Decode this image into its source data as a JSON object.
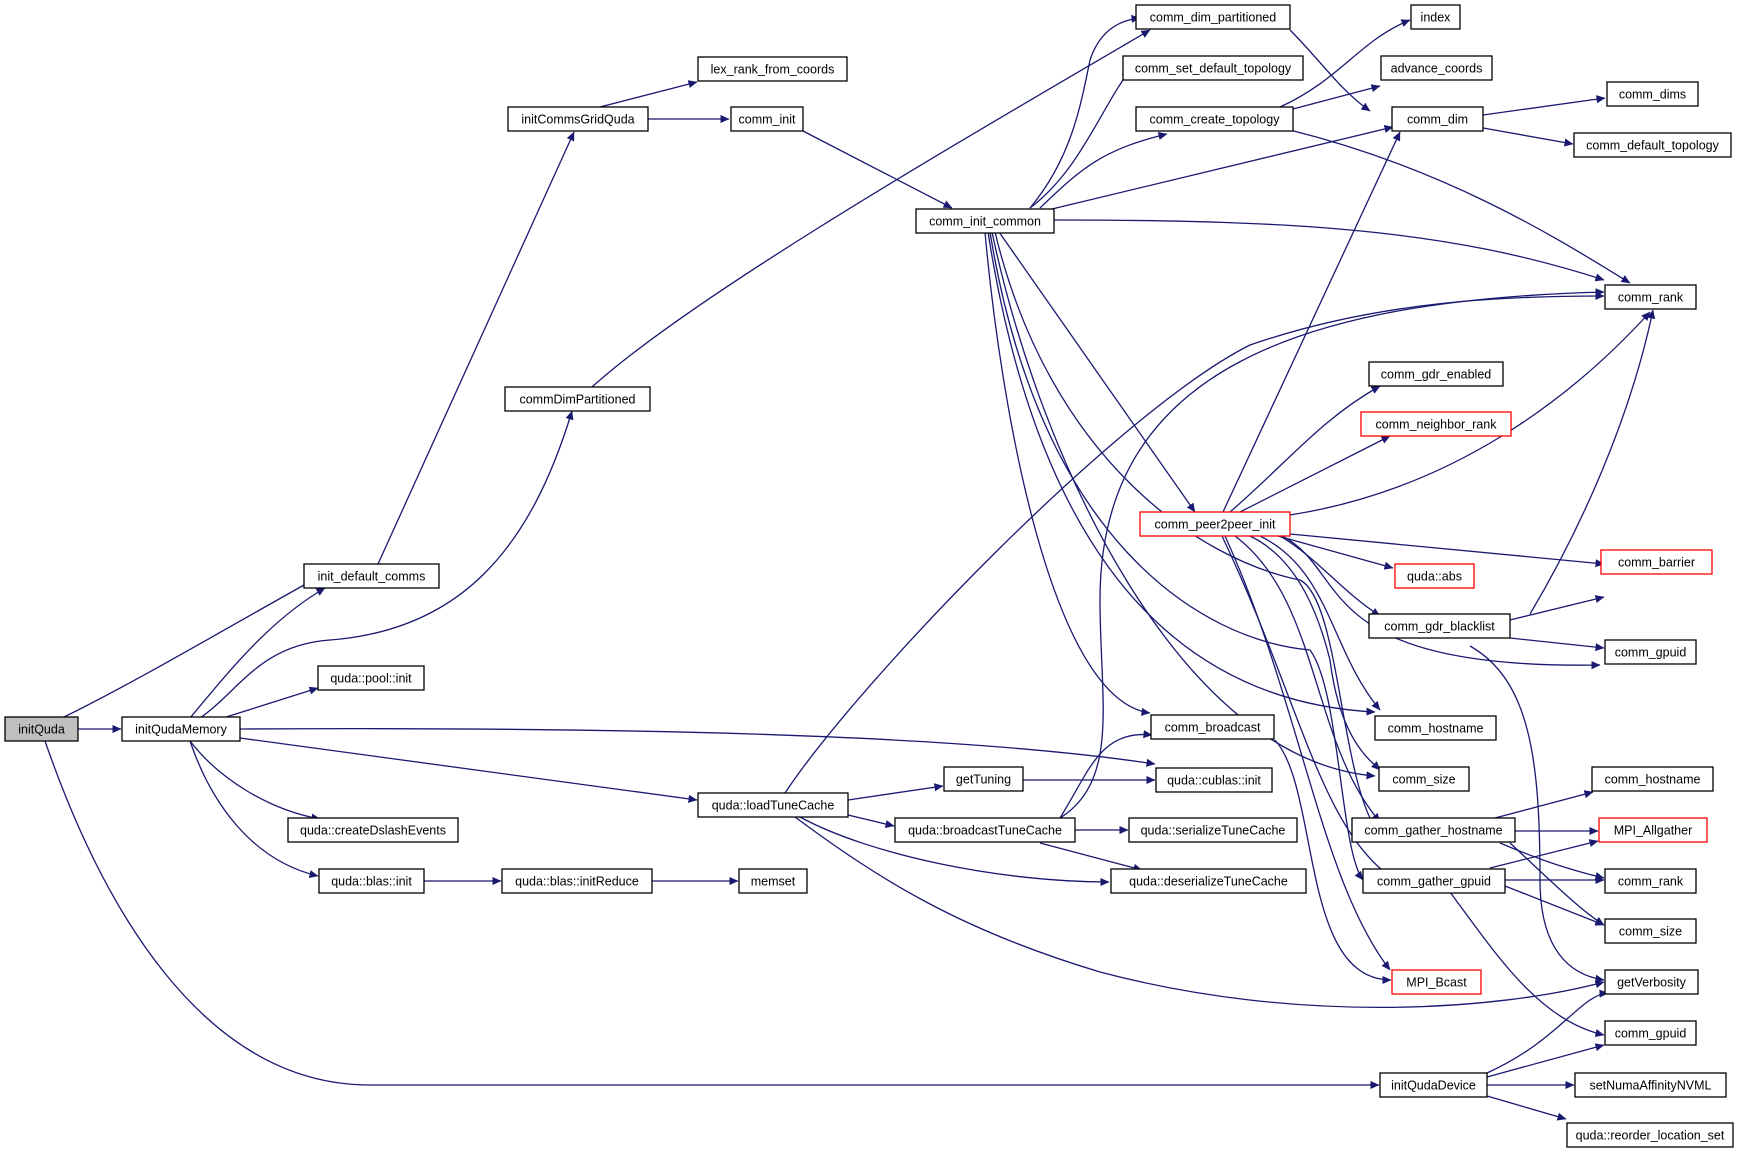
{
  "colors": {
    "edge": "#191970",
    "node_border": "#000000",
    "node_border_incomplete": "#ff0000",
    "focus_fill": "#bfbfbf"
  },
  "nodes": {
    "initQuda": "initQuda",
    "init_default_comms": "init_default_comms",
    "initQudaMemory": "initQudaMemory",
    "initQudaDevice": "initQudaDevice",
    "initCommsGridQuda": "initCommsGridQuda",
    "commDimPartitioned": "commDimPartitioned",
    "pool_init": "quda::pool::init",
    "createDslashEvents": "quda::createDslashEvents",
    "blas_init": "quda::blas::init",
    "loadTuneCache": "quda::loadTuneCache",
    "cublas_init": "quda::cublas::init",
    "lex_rank_from_coords": "lex_rank_from_coords",
    "comm_init": "comm_init",
    "comm_init_common": "comm_init_common",
    "blas_initReduce": "quda::blas::initReduce",
    "memset": "memset",
    "getTuning": "getTuning",
    "broadcastTuneCache": "quda::broadcastTuneCache",
    "serializeTuneCache": "quda::serializeTuneCache",
    "deserializeTuneCache": "quda::deserializeTuneCache",
    "comm_dim_partitioned": "comm_dim_partitioned",
    "comm_set_default_topology": "comm_set_default_topology",
    "comm_create_topology": "comm_create_topology",
    "comm_peer2peer_init": "comm_peer2peer_init",
    "comm_broadcast": "comm_broadcast",
    "index": "index",
    "advance_coords": "advance_coords",
    "comm_dim": "comm_dim",
    "comm_gdr_enabled": "comm_gdr_enabled",
    "comm_neighbor_rank": "comm_neighbor_rank",
    "quda_abs": "quda::abs",
    "comm_gdr_blacklist": "comm_gdr_blacklist",
    "comm_hostname_a": "comm_hostname",
    "comm_size_a": "comm_size",
    "comm_gather_hostname": "comm_gather_hostname",
    "comm_gather_gpuid": "comm_gather_gpuid",
    "MPI_Bcast": "MPI_Bcast",
    "comm_dims": "comm_dims",
    "comm_default_topology": "comm_default_topology",
    "comm_rank_a": "comm_rank",
    "comm_barrier": "comm_barrier",
    "comm_gpuid_a": "comm_gpuid",
    "comm_hostname_b": "comm_hostname",
    "MPI_Allgather": "MPI_Allgather",
    "comm_rank_b": "comm_rank",
    "comm_size_b": "comm_size",
    "getVerbosity": "getVerbosity",
    "comm_gpuid_b": "comm_gpuid",
    "setNumaAffinityNVML": "setNumaAffinityNVML",
    "reorder_location_set": "quda::reorder_location_set"
  }
}
